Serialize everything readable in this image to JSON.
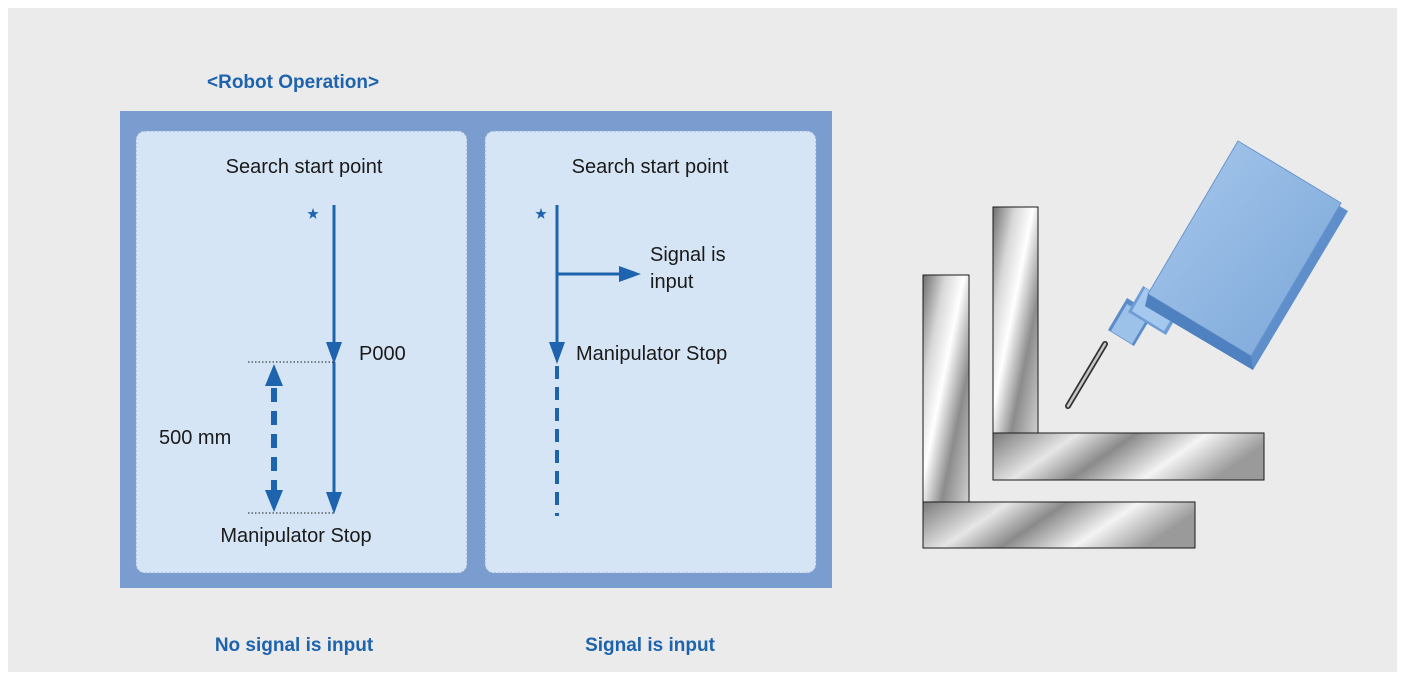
{
  "title": "<Robot Operation>",
  "left_panel": {
    "top_label": "Search start point",
    "point_label": "P000",
    "distance_label": "500 mm",
    "bottom_label": "Manipulator Stop",
    "caption": "No signal is input"
  },
  "right_panel": {
    "top_label": "Search start point",
    "signal_label_line1": "Signal is",
    "signal_label_line2": "input",
    "stop_label": "Manipulator Stop",
    "caption": "Signal is input"
  },
  "colors": {
    "background": "#ebebeb",
    "frame": "#7a9ccf",
    "panel": "#d6e5f6",
    "accent": "#1d63ad",
    "torch": "#8db7e4"
  },
  "icons": [
    "start-star-icon",
    "welding-torch-icon"
  ]
}
